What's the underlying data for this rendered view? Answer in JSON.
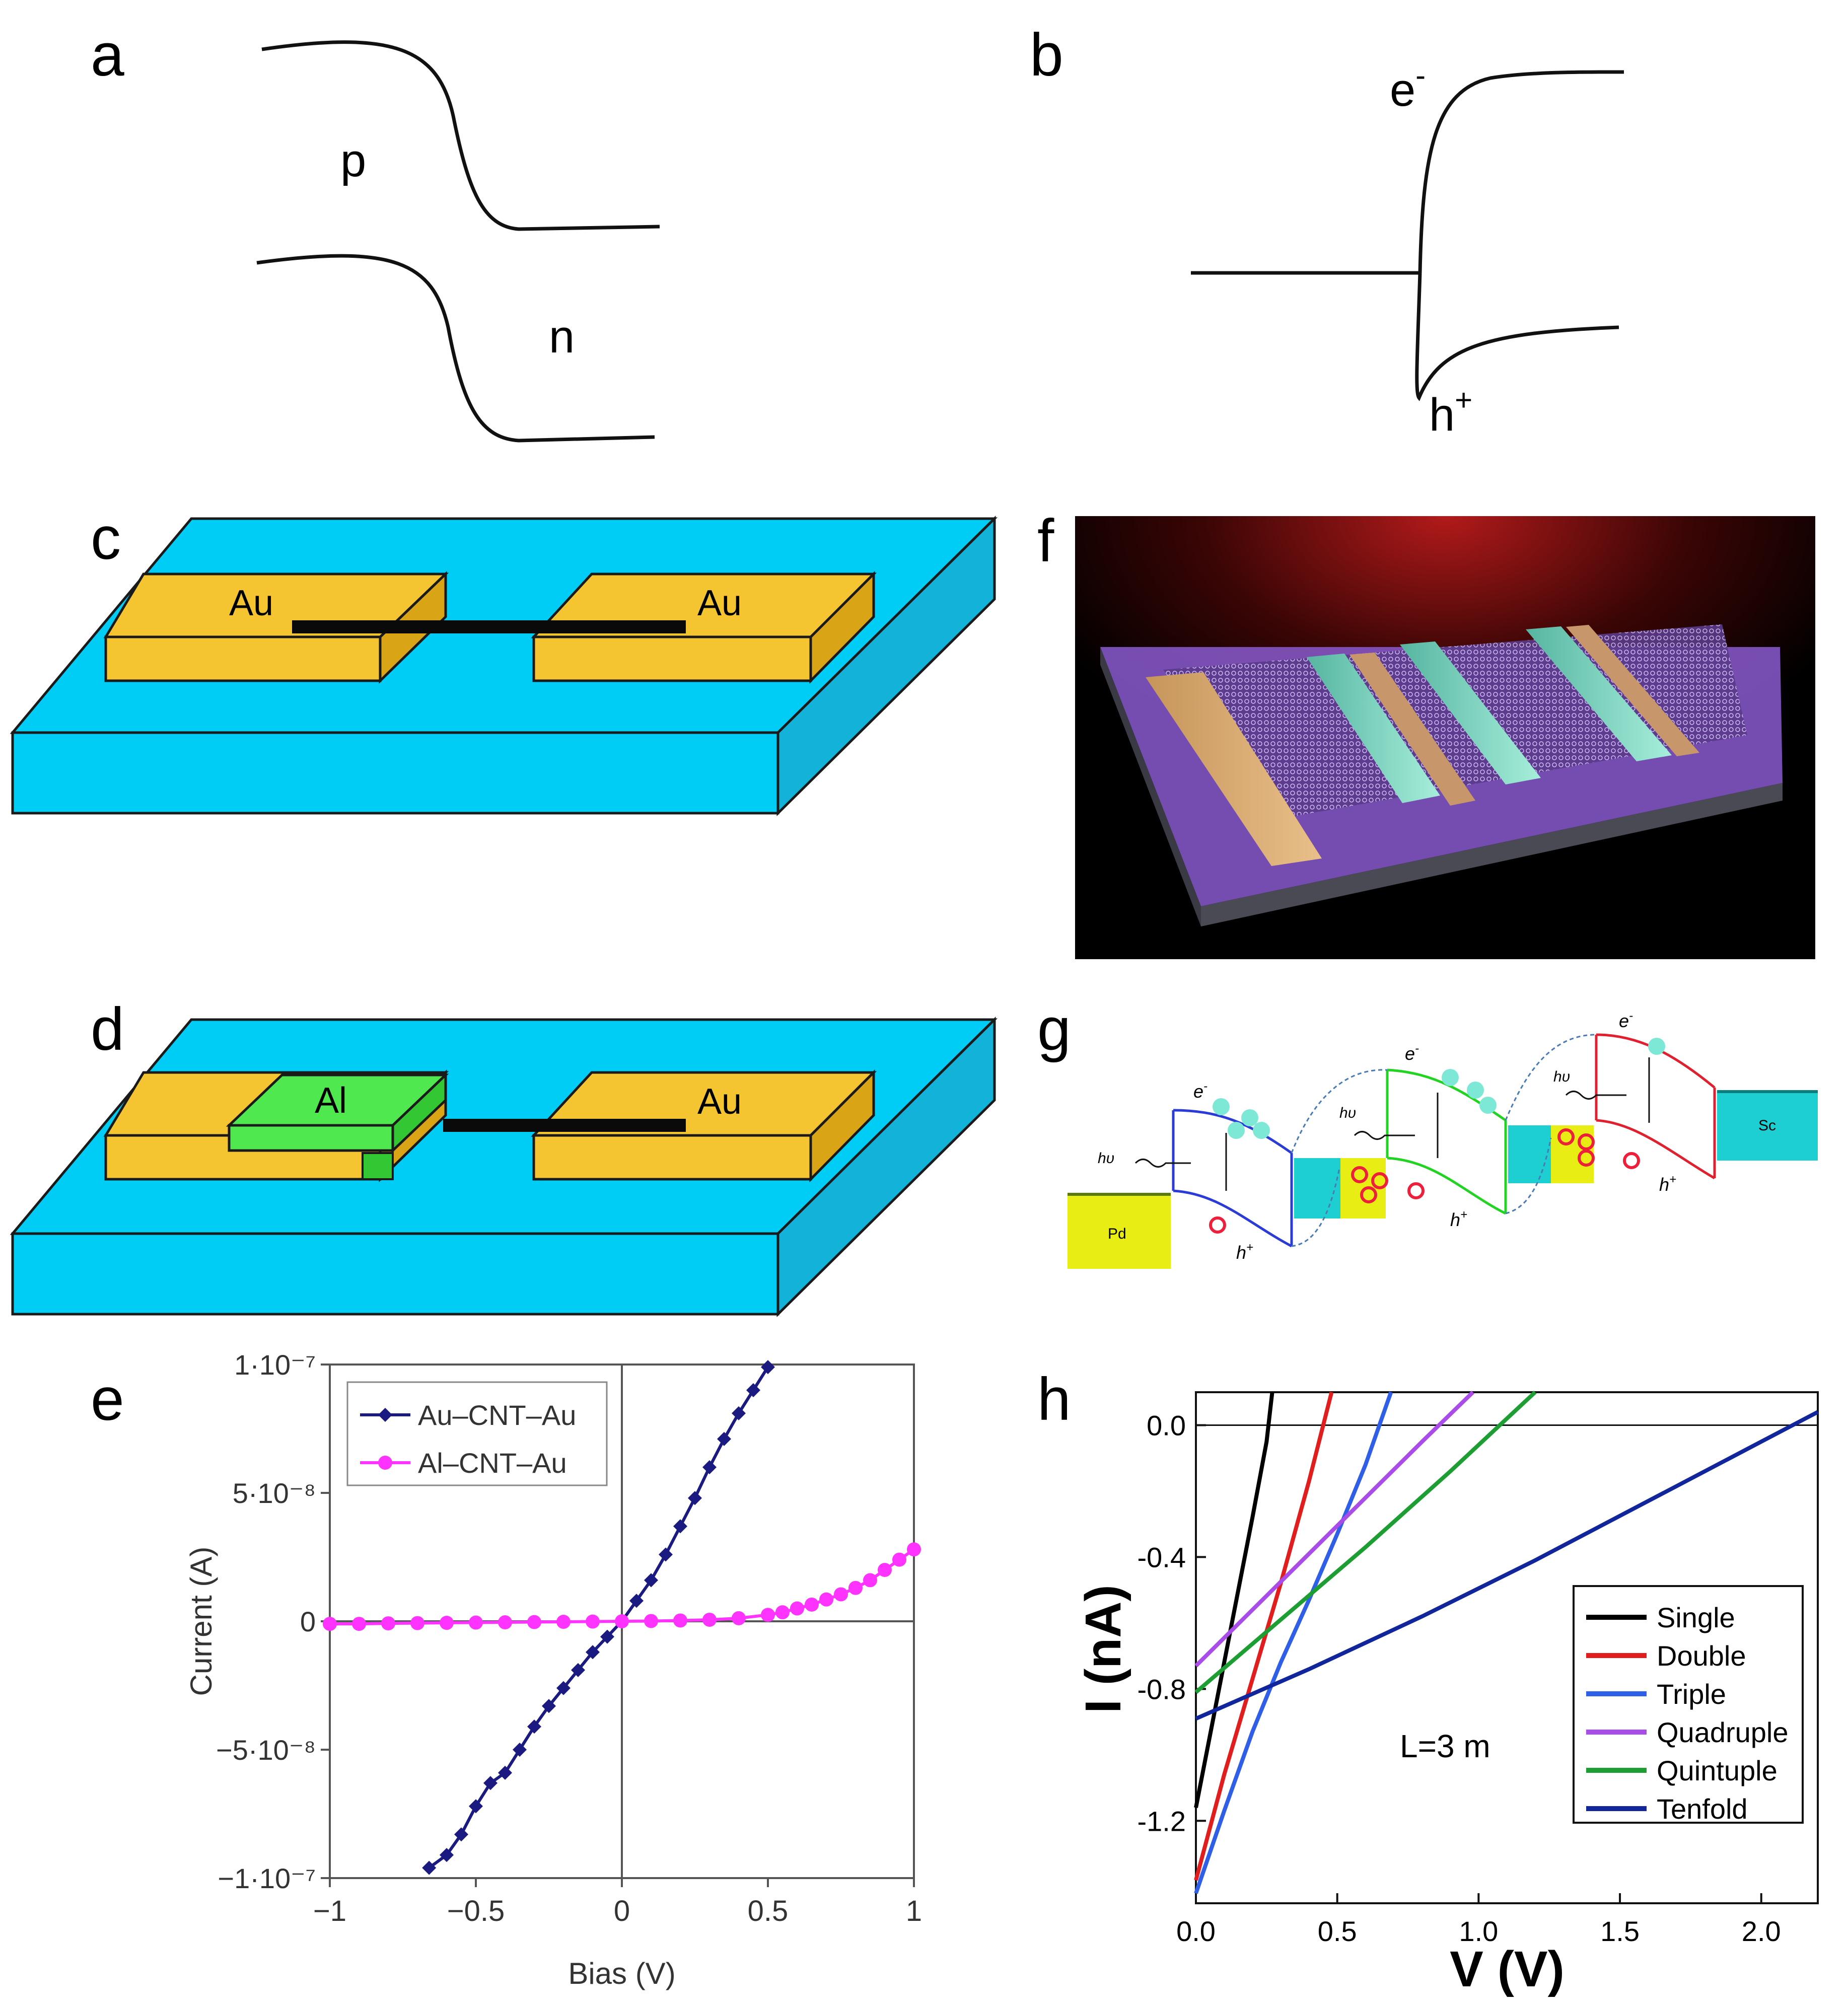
{
  "panels": {
    "a": {
      "label": "a",
      "p_label": "p",
      "n_label": "n"
    },
    "b": {
      "label": "b",
      "electron_label": "e",
      "electron_sup": "-",
      "hole_label": "h",
      "hole_sup": "+"
    },
    "c": {
      "label": "c",
      "left_contact": "Au",
      "right_contact": "Au"
    },
    "d": {
      "label": "d",
      "left_contact": "Al",
      "right_contact": "Au"
    },
    "f": {
      "label": "f"
    },
    "g": {
      "label": "g",
      "pd": "Pd",
      "sc": "Sc",
      "e1": "e",
      "e2": "e",
      "e3": "e",
      "esup": "-",
      "h1": "h",
      "h2": "h",
      "h3": "h",
      "hsup": "+",
      "hv1": "hυ",
      "hv2": "hυ",
      "hv3": "hυ"
    },
    "e": {
      "label": "e"
    },
    "h": {
      "label": "h",
      "annotation": "L=3   m"
    }
  },
  "colors": {
    "substrate": "#00cdf5",
    "substrate_side": "#13b2d9",
    "gold": "#f5c531",
    "gold_side": "#d9a517",
    "al_green": "#4fe84f",
    "series_e1": "#1a1a80",
    "series_e2": "#ff33ff",
    "h_single": "#000000",
    "h_double": "#e01e1e",
    "h_triple": "#2f5fe6",
    "h_quadruple": "#a94ce8",
    "h_quintuple": "#1d9e32",
    "h_tenfold": "#12269b"
  },
  "chart_data": [
    {
      "panel": "e",
      "type": "line",
      "xlabel": "Bias (V)",
      "ylabel": "Current (A)",
      "xlim": [
        -1,
        1
      ],
      "ylim": [
        -1e-07,
        1e-07
      ],
      "x_ticks": [
        "−1",
        "−0.5",
        "0",
        "0.5",
        "1"
      ],
      "y_ticks": [
        "1·10⁻⁷",
        "5·10⁻⁸",
        "0",
        "−5·10⁻⁸",
        "−1·10⁻⁷"
      ],
      "y_tick_values": [
        1e-07,
        5e-08,
        0,
        -5e-08,
        -1e-07
      ],
      "legend_position": "top-left",
      "series": [
        {
          "name": "Au–CNT–Au",
          "x": [
            -0.66,
            -0.6,
            -0.55,
            -0.5,
            -0.45,
            -0.4,
            -0.35,
            -0.3,
            -0.25,
            -0.2,
            -0.15,
            -0.1,
            -0.05,
            0,
            0.05,
            0.1,
            0.15,
            0.2,
            0.25,
            0.3,
            0.35,
            0.4,
            0.45,
            0.5
          ],
          "y": [
            -9.6e-08,
            -9.1e-08,
            -8.3e-08,
            -7.2e-08,
            -6.3e-08,
            -5.9e-08,
            -5e-08,
            -4.1e-08,
            -3.3e-08,
            -2.6e-08,
            -1.9e-08,
            -1.2e-08,
            -6e-09,
            0,
            8e-09,
            1.6e-08,
            2.6e-08,
            3.7e-08,
            4.8e-08,
            6e-08,
            7.1e-08,
            8.1e-08,
            9e-08,
            9.9e-08
          ]
        },
        {
          "name": "Al–CNT–Au",
          "x": [
            -1,
            -0.9,
            -0.8,
            -0.7,
            -0.6,
            -0.5,
            -0.4,
            -0.3,
            -0.2,
            -0.1,
            0,
            0.1,
            0.2,
            0.3,
            0.4,
            0.5,
            0.55,
            0.6,
            0.65,
            0.7,
            0.75,
            0.8,
            0.85,
            0.9,
            0.95,
            1.0
          ],
          "y": [
            -1e-09,
            -1e-09,
            -8e-10,
            -7e-10,
            -6e-10,
            -5e-10,
            -4e-10,
            -3e-10,
            -2e-10,
            -1e-10,
            0,
            1e-10,
            3e-10,
            6e-10,
            1.2e-09,
            2.5e-09,
            3.5e-09,
            5e-09,
            6.5e-09,
            8.5e-09,
            1.05e-08,
            1.3e-08,
            1.6e-08,
            2e-08,
            2.4e-08,
            2.8e-08
          ]
        }
      ]
    },
    {
      "panel": "h",
      "type": "line",
      "xlabel": "V (V)",
      "ylabel": "I (nA)",
      "xlim": [
        0,
        2.2
      ],
      "ylim": [
        -1.45,
        0.1
      ],
      "x_ticks": [
        0.0,
        0.5,
        1.0,
        1.5,
        2.0
      ],
      "x_tick_labels": [
        "0.0",
        "0.5",
        "1.0",
        "1.5",
        "2.0"
      ],
      "y_ticks": [
        0.0,
        -0.4,
        -0.8,
        -1.2
      ],
      "y_tick_labels": [
        "0.0",
        "-0.4",
        "-0.8",
        "-1.2"
      ],
      "legend_position": "bottom-right",
      "series": [
        {
          "name": "Single",
          "x": [
            0,
            0.05,
            0.1,
            0.15,
            0.2,
            0.25,
            0.27
          ],
          "y": [
            -1.16,
            -0.94,
            -0.72,
            -0.5,
            -0.28,
            -0.05,
            0.1
          ]
        },
        {
          "name": "Double",
          "x": [
            0,
            0.1,
            0.2,
            0.3,
            0.4,
            0.48
          ],
          "y": [
            -1.38,
            -1.06,
            -0.77,
            -0.48,
            -0.17,
            0.1
          ]
        },
        {
          "name": "Triple",
          "x": [
            0,
            0.1,
            0.2,
            0.3,
            0.4,
            0.5,
            0.6,
            0.69
          ],
          "y": [
            -1.42,
            -1.17,
            -0.93,
            -0.72,
            -0.53,
            -0.33,
            -0.12,
            0.1
          ]
        },
        {
          "name": "Quadruple",
          "x": [
            0,
            0.2,
            0.4,
            0.6,
            0.8,
            0.98
          ],
          "y": [
            -0.73,
            -0.56,
            -0.39,
            -0.22,
            -0.05,
            0.1
          ]
        },
        {
          "name": "Quintuple",
          "x": [
            0,
            0.3,
            0.6,
            0.9,
            1.2
          ],
          "y": [
            -0.81,
            -0.59,
            -0.37,
            -0.14,
            0.1
          ]
        },
        {
          "name": "Tenfold",
          "x": [
            0,
            0.4,
            0.8,
            1.2,
            1.6,
            2.0,
            2.2
          ],
          "y": [
            -0.89,
            -0.74,
            -0.58,
            -0.41,
            -0.23,
            -0.05,
            0.04
          ]
        }
      ]
    }
  ]
}
